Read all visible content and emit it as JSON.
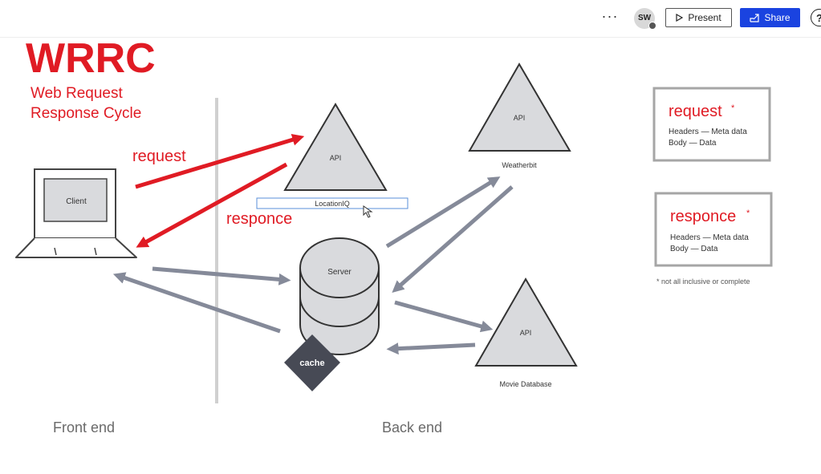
{
  "toolbar": {
    "more_label": "···",
    "avatar_initials": "SW",
    "present_label": "Present",
    "share_label": "Share",
    "help_label": "?"
  },
  "slide": {
    "title": "WRRC",
    "subtitle_line1": "Web Request",
    "subtitle_line2": "Response Cycle",
    "arrow_request_label": "request",
    "arrow_responce_label": "responce",
    "client_label": "Client",
    "api_label": "API",
    "locationiq_label": "LocationIQ",
    "weatherbit_label": "Weatherbit",
    "movie_db_label": "Movie Database",
    "server_label": "Server",
    "cache_label": "cache",
    "front_end_label": "Front end",
    "back_end_label": "Back end",
    "legend_request": {
      "title": "request",
      "asterisk": "*",
      "line1": "Headers — Meta data",
      "line2": "Body — Data"
    },
    "legend_responce": {
      "title": "responce",
      "asterisk": "*",
      "line1": "Headers — Meta data",
      "line2": "Body — Data"
    },
    "footnote": "* not all inclusive or complete"
  },
  "colors": {
    "accent_red": "#e01b24",
    "arrow_gray": "#858a99",
    "share_blue": "#1a43e0"
  }
}
